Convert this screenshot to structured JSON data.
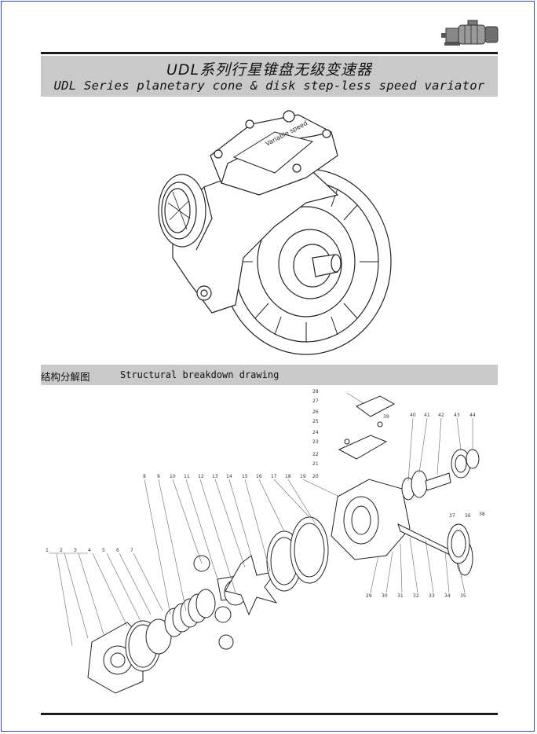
{
  "header": {
    "title_cn": "UDL系列行星锥盘无级变速器",
    "title_en": "UDL Series planetary cone & disk step-less speed variator"
  },
  "section": {
    "title_cn": "结构分解图",
    "title_en": "Structural breakdown drawing"
  },
  "nameplate": {
    "text": "Variable speed"
  },
  "part_numbers": [
    "1",
    "2",
    "3",
    "4",
    "5",
    "6",
    "7",
    "8",
    "9",
    "10",
    "11",
    "12",
    "13",
    "14",
    "15",
    "16",
    "17",
    "18",
    "19",
    "20",
    "21",
    "22",
    "23",
    "24",
    "25",
    "26",
    "27",
    "28",
    "29",
    "30",
    "31",
    "32",
    "33",
    "34",
    "35",
    "36",
    "37",
    "38",
    "39",
    "40",
    "41",
    "42",
    "43",
    "44"
  ]
}
